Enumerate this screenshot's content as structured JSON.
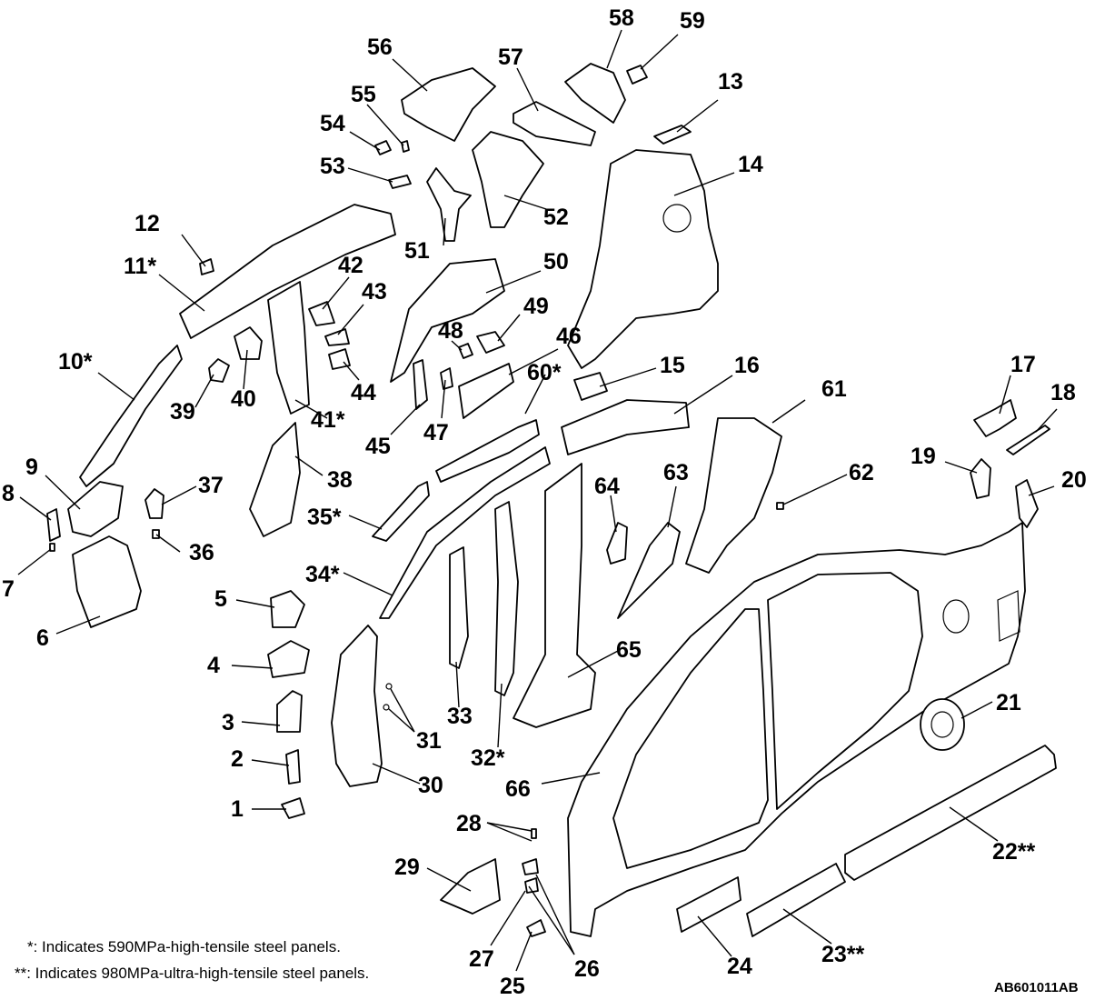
{
  "notes": [
    "*: Indicates 590MPa-high-tensile steel panels.",
    "**: Indicates 980MPa-ultra-high-tensile steel panels."
  ],
  "figure_code": "AB601011AB",
  "callouts": [
    {
      "id": "1",
      "text": "1"
    },
    {
      "id": "2",
      "text": "2"
    },
    {
      "id": "3",
      "text": "3"
    },
    {
      "id": "4",
      "text": "4"
    },
    {
      "id": "5",
      "text": "5"
    },
    {
      "id": "6",
      "text": "6"
    },
    {
      "id": "7",
      "text": "7"
    },
    {
      "id": "8",
      "text": "8"
    },
    {
      "id": "9",
      "text": "9"
    },
    {
      "id": "10",
      "text": "10*"
    },
    {
      "id": "11",
      "text": "11*"
    },
    {
      "id": "12",
      "text": "12"
    },
    {
      "id": "13",
      "text": "13"
    },
    {
      "id": "14",
      "text": "14"
    },
    {
      "id": "15",
      "text": "15"
    },
    {
      "id": "16",
      "text": "16"
    },
    {
      "id": "17",
      "text": "17"
    },
    {
      "id": "18",
      "text": "18"
    },
    {
      "id": "19",
      "text": "19"
    },
    {
      "id": "20",
      "text": "20"
    },
    {
      "id": "21",
      "text": "21"
    },
    {
      "id": "22",
      "text": "22**"
    },
    {
      "id": "23",
      "text": "23**"
    },
    {
      "id": "24",
      "text": "24"
    },
    {
      "id": "25",
      "text": "25"
    },
    {
      "id": "26",
      "text": "26"
    },
    {
      "id": "27",
      "text": "27"
    },
    {
      "id": "28",
      "text": "28"
    },
    {
      "id": "29",
      "text": "29"
    },
    {
      "id": "30",
      "text": "30"
    },
    {
      "id": "31",
      "text": "31"
    },
    {
      "id": "32",
      "text": "32*"
    },
    {
      "id": "33",
      "text": "33"
    },
    {
      "id": "34",
      "text": "34*"
    },
    {
      "id": "35",
      "text": "35*"
    },
    {
      "id": "36",
      "text": "36"
    },
    {
      "id": "37",
      "text": "37"
    },
    {
      "id": "38",
      "text": "38"
    },
    {
      "id": "39",
      "text": "39"
    },
    {
      "id": "40",
      "text": "40"
    },
    {
      "id": "41",
      "text": "41*"
    },
    {
      "id": "42",
      "text": "42"
    },
    {
      "id": "43",
      "text": "43"
    },
    {
      "id": "44",
      "text": "44"
    },
    {
      "id": "45",
      "text": "45"
    },
    {
      "id": "46",
      "text": "46"
    },
    {
      "id": "47",
      "text": "47"
    },
    {
      "id": "48",
      "text": "48"
    },
    {
      "id": "49",
      "text": "49"
    },
    {
      "id": "50",
      "text": "50"
    },
    {
      "id": "51",
      "text": "51"
    },
    {
      "id": "52",
      "text": "52"
    },
    {
      "id": "53",
      "text": "53"
    },
    {
      "id": "54",
      "text": "54"
    },
    {
      "id": "55",
      "text": "55"
    },
    {
      "id": "56",
      "text": "56"
    },
    {
      "id": "57",
      "text": "57"
    },
    {
      "id": "58",
      "text": "58"
    },
    {
      "id": "59",
      "text": "59"
    },
    {
      "id": "60",
      "text": "60*"
    },
    {
      "id": "61",
      "text": "61"
    },
    {
      "id": "62",
      "text": "62"
    },
    {
      "id": "63",
      "text": "63"
    },
    {
      "id": "64",
      "text": "64"
    },
    {
      "id": "65",
      "text": "65"
    },
    {
      "id": "66",
      "text": "66"
    }
  ]
}
